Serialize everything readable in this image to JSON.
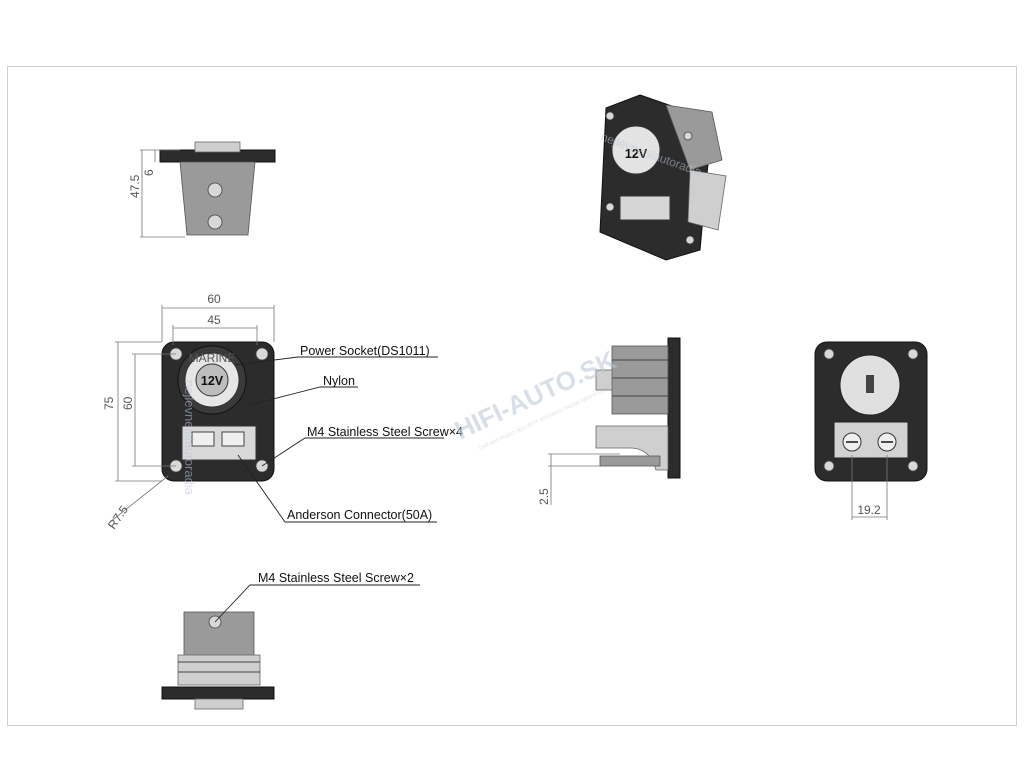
{
  "dimensions": {
    "front_width_outer": "60",
    "front_width_inner": "45",
    "front_height_outer": "75",
    "front_height_inner": "60",
    "corner_radius": "R7.5",
    "top_height": "47.5",
    "top_small": "6",
    "side_offset": "2.5",
    "rear_spacing": "19.2"
  },
  "callouts": {
    "power_socket": "Power Socket(DS1011)",
    "nylon": "Nylon",
    "screw_x4": "M4 Stainless Steel Screw×4",
    "anderson": "Anderson Connector(50A)",
    "screw_x2": "M4 Stainless Steel Screw×2"
  },
  "socket_text": {
    "voltage": "12V",
    "brand": "MARINE"
  },
  "watermark": {
    "logo": "HIFI-AUTO.SK",
    "tagline": "CAR AND AUDIO SECURITY SYSTEMS ONLINE WEB STORE",
    "vertical": "nejlevnejsiautoradia"
  },
  "colors": {
    "body": "#2c2c2c",
    "accent_watermark": "#2a6fc4"
  }
}
